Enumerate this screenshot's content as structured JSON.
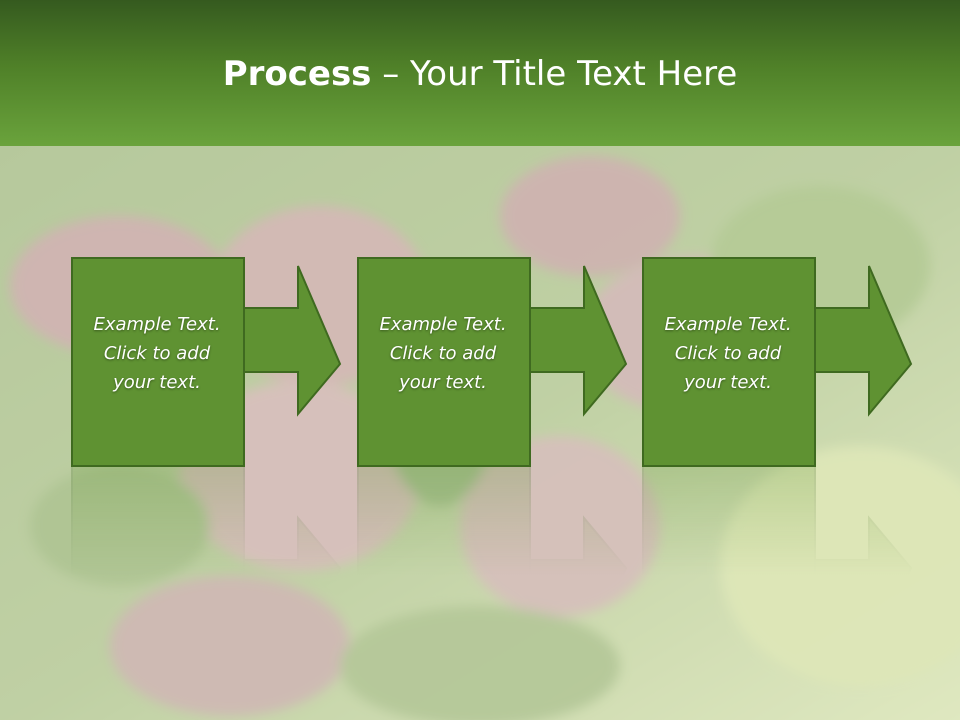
{
  "slide": {
    "title_strong": "Process",
    "title_rest": " – Your Title Text Here"
  },
  "steps": [
    {
      "lines": [
        "Example Text.",
        "Click  to add",
        "your text."
      ]
    },
    {
      "lines": [
        "Example Text.",
        "Click  to add",
        "your text."
      ]
    },
    {
      "lines": [
        "Example Text.",
        "Click  to add",
        "your text."
      ]
    }
  ],
  "colors": {
    "header_dark": "#355a1f",
    "header_light": "#6aa33c",
    "box_fill": "#5f9232",
    "box_border": "#3f6a20",
    "text": "#ffffff"
  }
}
